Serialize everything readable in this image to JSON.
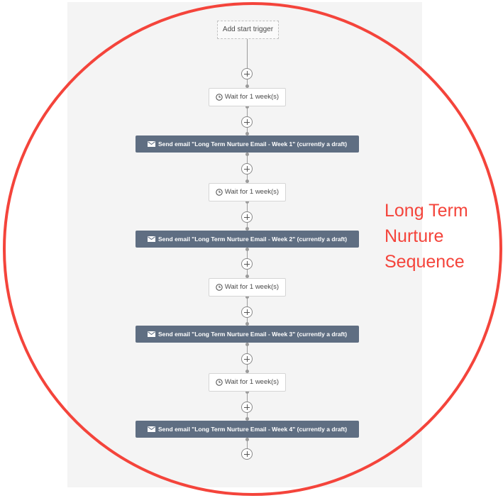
{
  "workflow": {
    "trigger_label": "Add start trigger",
    "steps": [
      {
        "type": "wait",
        "label": "Wait for 1 week(s)"
      },
      {
        "type": "email",
        "label": "Send email \"Long Term Nurture Email - Week 1\" (currently a draft)"
      },
      {
        "type": "wait",
        "label": "Wait for 1 week(s)"
      },
      {
        "type": "email",
        "label": "Send email \"Long Term Nurture Email - Week 2\" (currently a draft)"
      },
      {
        "type": "wait",
        "label": "Wait for 1 week(s)"
      },
      {
        "type": "email",
        "label": "Send email \"Long Term Nurture Email - Week 3\" (currently a draft)"
      },
      {
        "type": "wait",
        "label": "Wait for 1 week(s)"
      },
      {
        "type": "email",
        "label": "Send email \"Long Term Nurture Email - Week 4\" (currently a draft)"
      }
    ]
  },
  "annotation": {
    "text": "Long Term Nurture Sequence",
    "color": "#f4443b"
  },
  "icons": {
    "wait": "clock-icon",
    "email": "envelope-icon",
    "add_step": "plus-circle-icon"
  },
  "colors": {
    "email_node": "#5f6e82",
    "canvas": "#f4f4f4",
    "annotation_ring": "#f4443b"
  }
}
